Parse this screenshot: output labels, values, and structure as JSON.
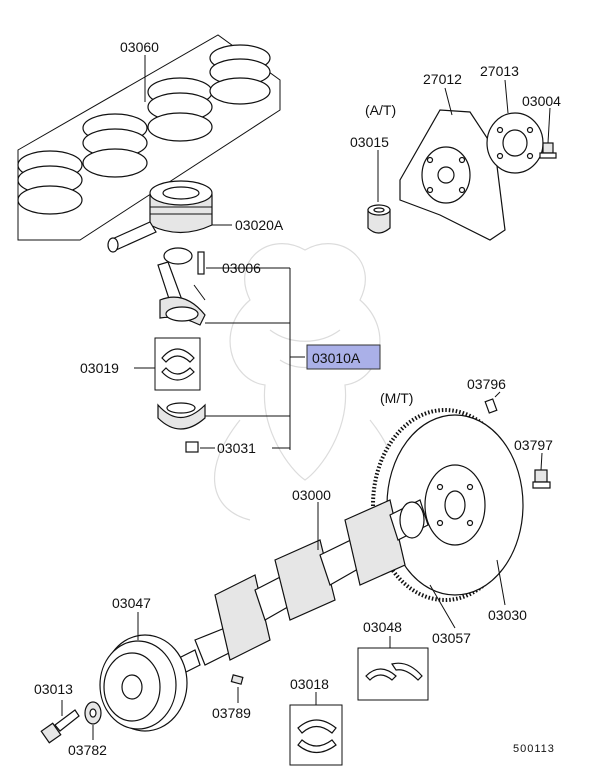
{
  "diagram": {
    "parts": {
      "rings": "03060",
      "piston": "03020A",
      "rod_bolt": "03006",
      "assembly": "03010A",
      "rod_bearing": "03019",
      "rod_nut": "03031",
      "crankshaft": "03000",
      "pulley": "03047",
      "pulley_bolt": "03013",
      "washer": "03782",
      "key": "03789",
      "thrust_bearing": "03018",
      "main_bearing": "03048",
      "flywheel": "03030",
      "ring_gear_part": "03057",
      "pin": "03796",
      "flywheel_bolt": "03797",
      "drive_plate": "27012",
      "adapter_plate": "27013",
      "plate_bolt": "03004",
      "bushing": "03015"
    },
    "variants": {
      "auto": "(A/T)",
      "manual": "(M/T)"
    },
    "code": "500113",
    "highlight_color": "#aab0e8"
  }
}
